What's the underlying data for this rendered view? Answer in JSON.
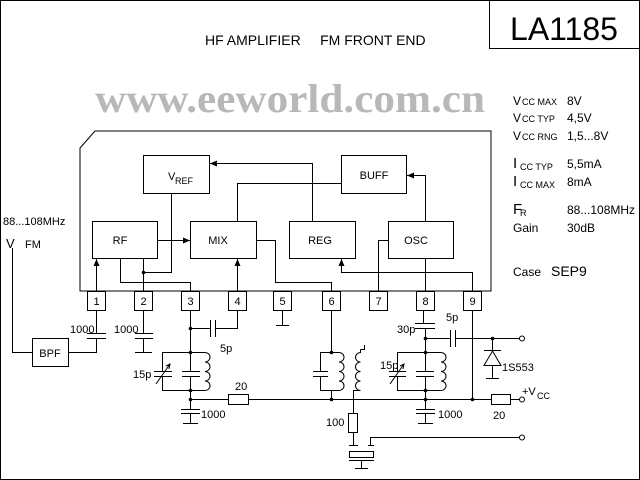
{
  "title": "HF AMPLIFIER     FM FRONT END",
  "part_number": "LA1185",
  "watermark": "www.eeworld.com.cn",
  "antenna": {
    "freq": "88...108MHz",
    "symbol": "V",
    "label": "FM"
  },
  "blocks": {
    "vref_main": "V",
    "vref_sub": "REF",
    "buff": "BUFF",
    "rf": "RF",
    "mix": "MIX",
    "reg": "REG",
    "osc": "OSC",
    "bpf": "BPF"
  },
  "pins": [
    "1",
    "2",
    "3",
    "4",
    "5",
    "6",
    "7",
    "8",
    "9"
  ],
  "components": {
    "c_pin1": "1000",
    "c_pin2": "1000",
    "c_34": "5p",
    "vc_left": "15p",
    "r_left": "20",
    "c_left_bot": "1000",
    "r_ceramic": "100",
    "c_pin8": "30p",
    "c_osc": "5p",
    "vc_right": "15p",
    "c_right_bot": "1000",
    "diode": "1S553",
    "r_vcc": "20",
    "vcc_main": "+V",
    "vcc_sub": "CC"
  },
  "specs": [
    {
      "main": "V",
      "sub": "CC MAX",
      "value": "8V"
    },
    {
      "main": "V",
      "sub": "CC TYP",
      "value": "4,5V"
    },
    {
      "main": "V",
      "sub": "CC RNG",
      "value": "1,5...8V"
    },
    {
      "main": "I",
      "sub": "CC TYP",
      "value": "5,5mA"
    },
    {
      "main": "I",
      "sub": "CC MAX",
      "value": "8mA"
    },
    {
      "main": "F",
      "sub": "R",
      "value": "88...108MHz"
    },
    {
      "main": "Gain",
      "sub": "",
      "value": "30dB"
    },
    {
      "main": "Case",
      "sub": "",
      "value": "SEP9"
    }
  ]
}
